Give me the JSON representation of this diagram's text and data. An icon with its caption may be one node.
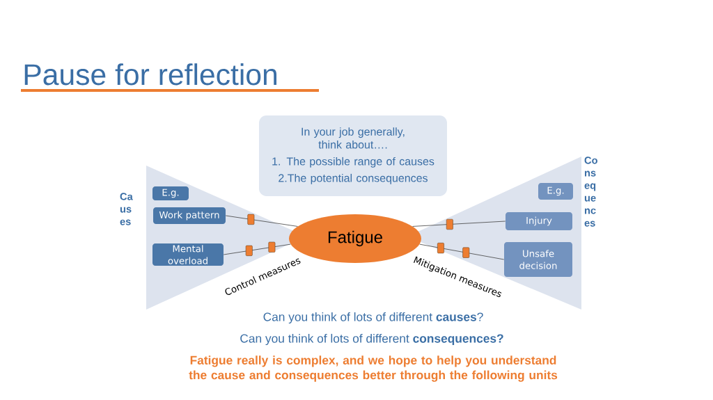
{
  "diagram": {
    "title": "Pause for reflection",
    "nodes": [
      {
        "text": [
          "In your job generally, think about….",
          "1. The possible range of causes",
          "2.The potential consequences"
        ]
      },
      {
        "text": [
          "Fatigue"
        ]
      },
      {
        "text": [
          "E.g."
        ]
      },
      {
        "text": [
          "Work pattern"
        ]
      },
      {
        "text": [
          "Mental overload"
        ]
      },
      {
        "text": [
          "E.g."
        ]
      },
      {
        "text": [
          "Injury"
        ]
      },
      {
        "text": [
          "Unsafe decision"
        ]
      }
    ],
    "edges": [
      {
        "from": 3,
        "to": 1,
        "arrow": "none"
      },
      {
        "from": 4,
        "to": 1,
        "arrow": "none"
      },
      {
        "from": 1,
        "to": 6,
        "arrow": "none"
      },
      {
        "from": 1,
        "to": 7,
        "arrow": "none"
      }
    ],
    "labels": [
      "Causes",
      "Consequences",
      "Control measures",
      "Mitigation measures",
      "Can you think of lots of different **causes**?",
      "Can you think of lots of different **consequences?**",
      "Fatigue really is complex, and we hope to help you understand the cause and consequences better through the following units"
    ]
  }
}
